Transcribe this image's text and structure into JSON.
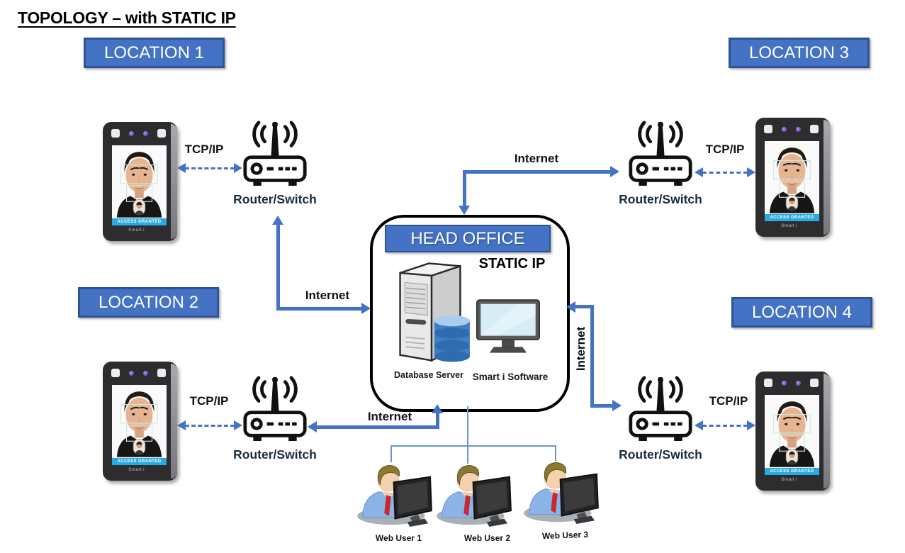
{
  "title": "TOPOLOGY – with STATIC IP",
  "locations": [
    {
      "label": "LOCATION 1"
    },
    {
      "label": "LOCATION 2"
    },
    {
      "label": "LOCATION 3"
    },
    {
      "label": "LOCATION 4"
    }
  ],
  "head_office": {
    "name": "HEAD OFFICE",
    "ip_type": "STATIC IP",
    "database_label": "Database Server",
    "software_label": "Smart i Software"
  },
  "connection_labels": {
    "tcpip": "TCP/IP",
    "internet": "Internet",
    "router": "Router/Switch"
  },
  "device": {
    "status_text": "ACCESS GRANTED",
    "brand": "Smart i"
  },
  "web_users": [
    {
      "label": "Web User 1"
    },
    {
      "label": "Web User 2"
    },
    {
      "label": "Web User 3"
    }
  ],
  "colors": {
    "accent_blue": "#4472C4",
    "accent_border": "#2F5496",
    "status_bar_blue": "#29ABE2"
  }
}
